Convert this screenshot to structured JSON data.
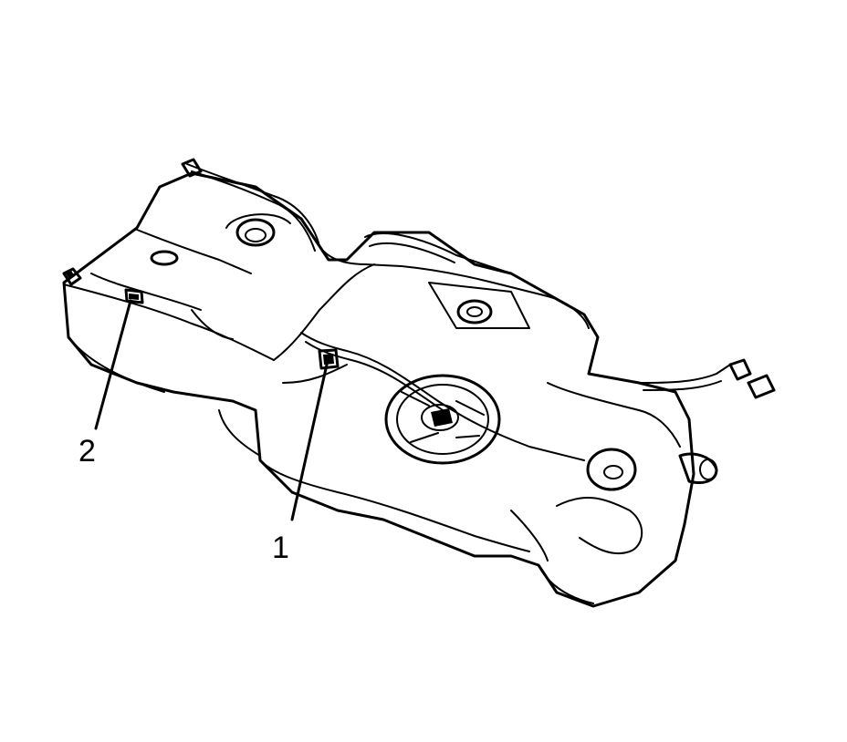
{
  "diagram": {
    "callouts": [
      {
        "id": "1",
        "label": "1"
      },
      {
        "id": "2",
        "label": "2"
      }
    ]
  },
  "colors": {
    "ink": "#000000",
    "background": "#ffffff"
  }
}
